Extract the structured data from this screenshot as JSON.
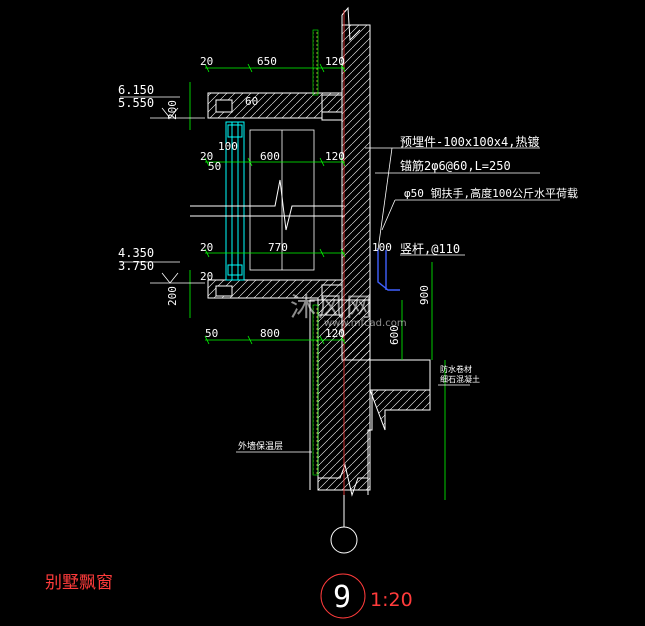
{
  "drawing": {
    "title": "别墅飘窗",
    "detail_number": "9",
    "scale": "1:20"
  },
  "elevations": {
    "upper_top": "6.150",
    "upper_bottom": "5.550",
    "lower_top": "4.350",
    "lower_bottom": "3.750"
  },
  "dimensions": {
    "d650": "650",
    "d600": "600",
    "d770": "770",
    "d800": "800",
    "d120_a": "120",
    "d120_b": "120",
    "d120_c": "120",
    "d20_a": "20",
    "d20_b": "20",
    "d20_c": "20",
    "d20_d": "20",
    "d50_a": "50",
    "d50_b": "50",
    "d100_a": "100",
    "d100_b": "100",
    "d60": "60",
    "d900": "900",
    "d600_v": "600",
    "d200_a": "200",
    "d200_b": "200"
  },
  "annotations": {
    "embed_plate": "预埋件-100x100x4,热镀",
    "anchor_bars": "锚筋2φ6@60,L=250",
    "handrail": "φ50 钢扶手,高度100公斤水平荷载",
    "balusters": "竖杆,@110",
    "insulation": "外墙保温层",
    "waterproof_a": "防水卷材",
    "waterproof_b": "细石混凝土"
  },
  "watermark": {
    "text": "沐风网",
    "url": "www.mfcad.com"
  },
  "colors": {
    "background": "#000000",
    "lines": "#00ff00",
    "text": "#ffffff",
    "title": "#ff3b3b",
    "axis": "#ff3b3b",
    "hatch": "#ffff00",
    "wall": "#ffffff"
  }
}
